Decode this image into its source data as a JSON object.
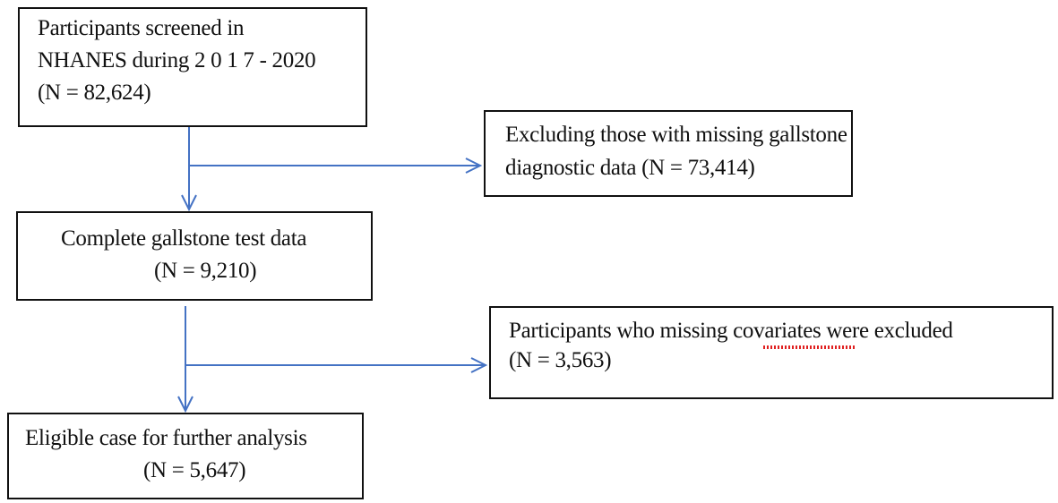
{
  "boxes": {
    "screened": {
      "line1": "Participants screened in",
      "line2": "NHANES during  2 0 1 7 - 2020",
      "line3": "(N = 82,624)"
    },
    "excluded_gallstone": {
      "line1": "Excluding those with missing gallstone",
      "line2": "diagnostic data (N = 73,414)"
    },
    "complete": {
      "line1": "Complete gallstone test data",
      "line2": "(N = 9,210)"
    },
    "excluded_covariates": {
      "line1": "Participants who missing covariates were excluded",
      "line2": "(N = 3,563)"
    },
    "eligible": {
      "line1": "Eligible case for further analysis",
      "line2": "(N = 5,647)"
    }
  },
  "colors": {
    "arrow": "#4472C4",
    "border": "#111111",
    "spellcheck": "#e02020"
  }
}
